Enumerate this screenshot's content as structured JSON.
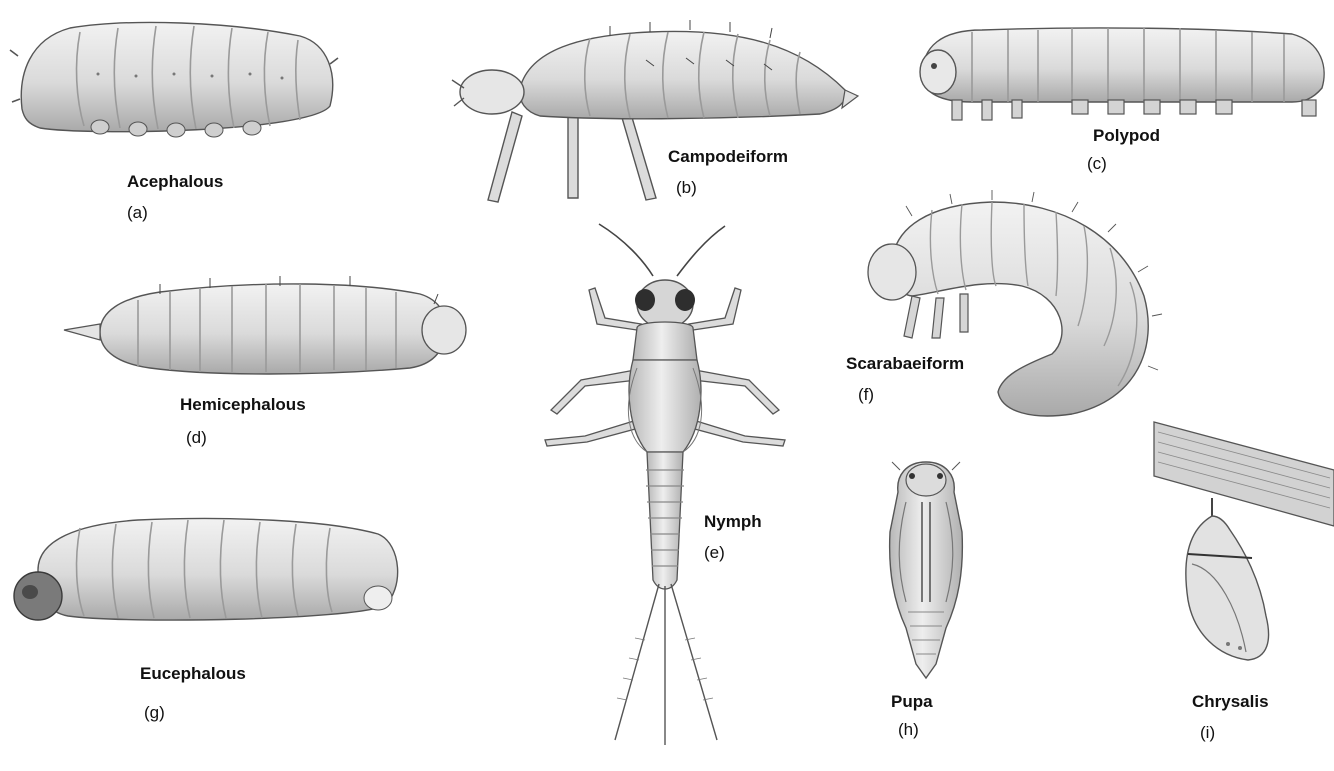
{
  "palette": {
    "body_fill": "#e4e4e4",
    "shade": "#bdbdbd",
    "outline": "#555555",
    "dark": "#3a3a3a",
    "bark": "#d2d2d2"
  },
  "specimens": [
    {
      "id": "a",
      "name": "Acephalous",
      "letter": "(a)"
    },
    {
      "id": "b",
      "name": "Campodeiform",
      "letter": "(b)"
    },
    {
      "id": "c",
      "name": "Polypod",
      "letter": "(c)"
    },
    {
      "id": "d",
      "name": "Hemicephalous",
      "letter": "(d)"
    },
    {
      "id": "e",
      "name": "Nymph",
      "letter": "(e)"
    },
    {
      "id": "f",
      "name": "Scarabaeiform",
      "letter": "(f)"
    },
    {
      "id": "g",
      "name": "Eucephalous",
      "letter": "(g)"
    },
    {
      "id": "h",
      "name": "Pupa",
      "letter": "(h)"
    },
    {
      "id": "i",
      "name": "Chrysalis",
      "letter": "(i)"
    }
  ]
}
